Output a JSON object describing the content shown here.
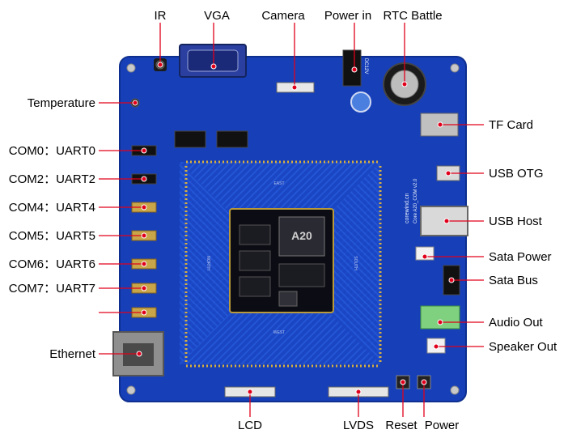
{
  "labels": {
    "ir": "IR",
    "vga": "VGA",
    "camera": "Camera",
    "power_in": "Power in",
    "rtc_battle": "RTC Battle",
    "temperature": "Temperature",
    "tf_card": "TF Card",
    "com0": "COM0：UART0",
    "com2": "COM2：UART2",
    "com4": "COM4：UART4",
    "com5": "COM5：UART5",
    "com6": "COM6：UART6",
    "com7": "COM7：UART7",
    "usb_otg": "USB OTG",
    "usb_host": "USB Host",
    "sata_power": "Sata Power",
    "sata_bus": "Sata Bus",
    "audio_out": "Audio Out",
    "speaker_out": "Speaker Out",
    "ethernet": "Ethernet",
    "lcd": "LCD",
    "lvds": "LVDS",
    "reset": "Reset",
    "power": "Power"
  },
  "board": {
    "chip_marking": "A20",
    "brand_silk": "corewind.cn",
    "model_silk": "Core A20_COM v2.0",
    "power_jack_silk": "DC12V",
    "side_labels": {
      "east": "EAST",
      "west": "WEST",
      "north": "NORTH",
      "south": "SOUTH"
    }
  },
  "colors": {
    "pcb_blue": "#1740b8",
    "pcb_edge": "#0e2f8f",
    "leader_red": "#e0001b",
    "label_text": "#000000"
  }
}
